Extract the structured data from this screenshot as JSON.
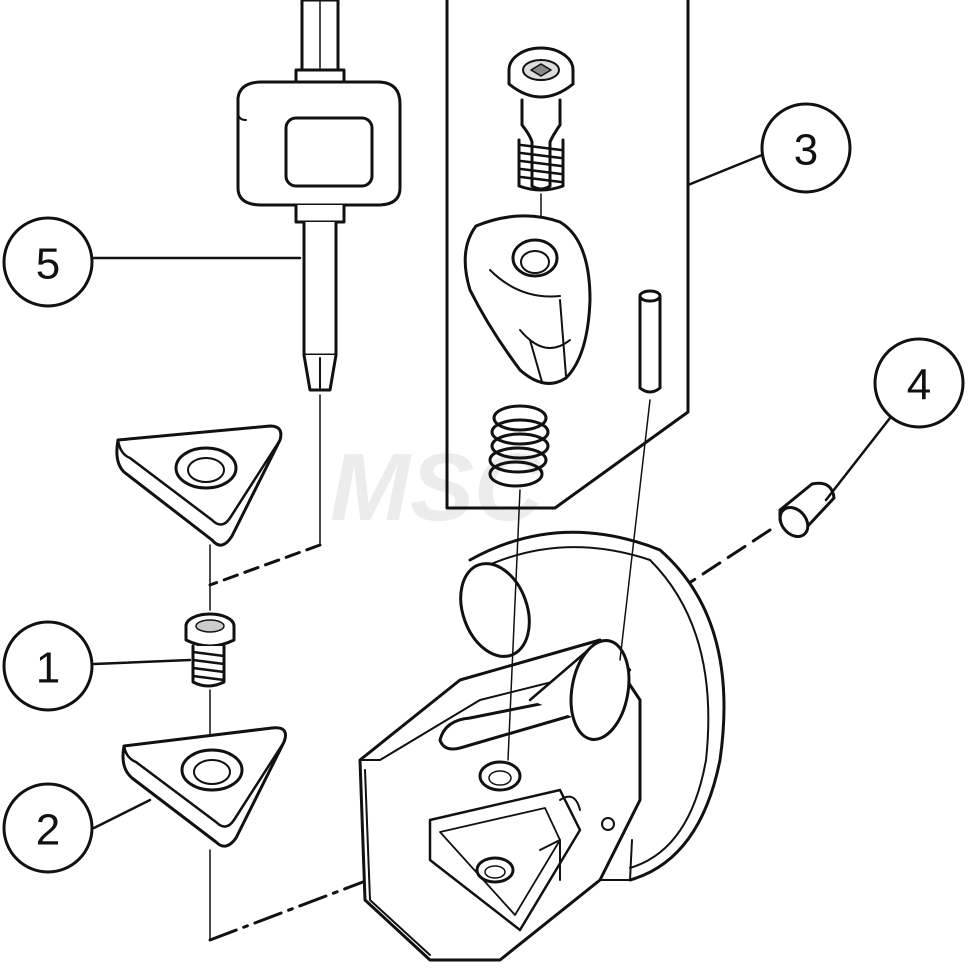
{
  "diagram": {
    "callouts": [
      {
        "id": "1",
        "text": "1",
        "part": "insert-screw"
      },
      {
        "id": "2",
        "text": "2",
        "part": "shim"
      },
      {
        "id": "3",
        "text": "3",
        "part": "clamp-set"
      },
      {
        "id": "4",
        "text": "4",
        "part": "dowel-pin"
      },
      {
        "id": "5",
        "text": "5",
        "part": "torx-key"
      }
    ],
    "watermark": "MSC",
    "colors": {
      "line": "#111111",
      "fill": "#ffffff",
      "shade": "#cfcfcf",
      "dark": "#555555"
    }
  }
}
